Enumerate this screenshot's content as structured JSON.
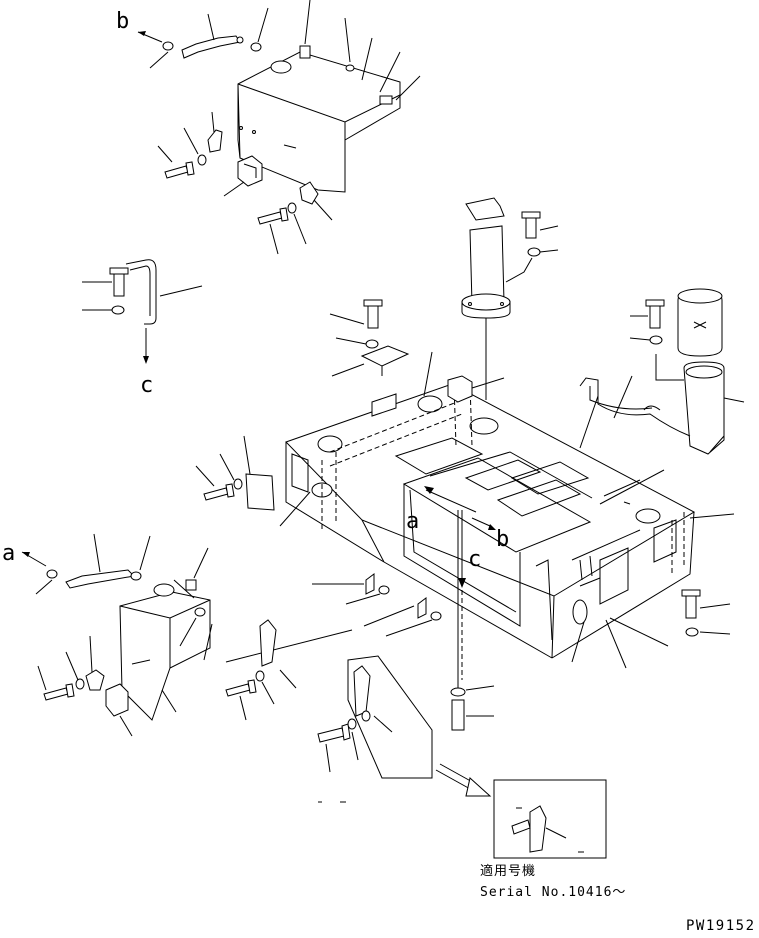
{
  "drawing": {
    "code": "PW19152",
    "note_line1": "適用号機",
    "note_line2": "Serial No.10416～",
    "view_markers": {
      "a_left": "a",
      "a_center": "a",
      "b_top": "b",
      "b_center": "b",
      "c_left": "c",
      "c_center": "c"
    }
  }
}
